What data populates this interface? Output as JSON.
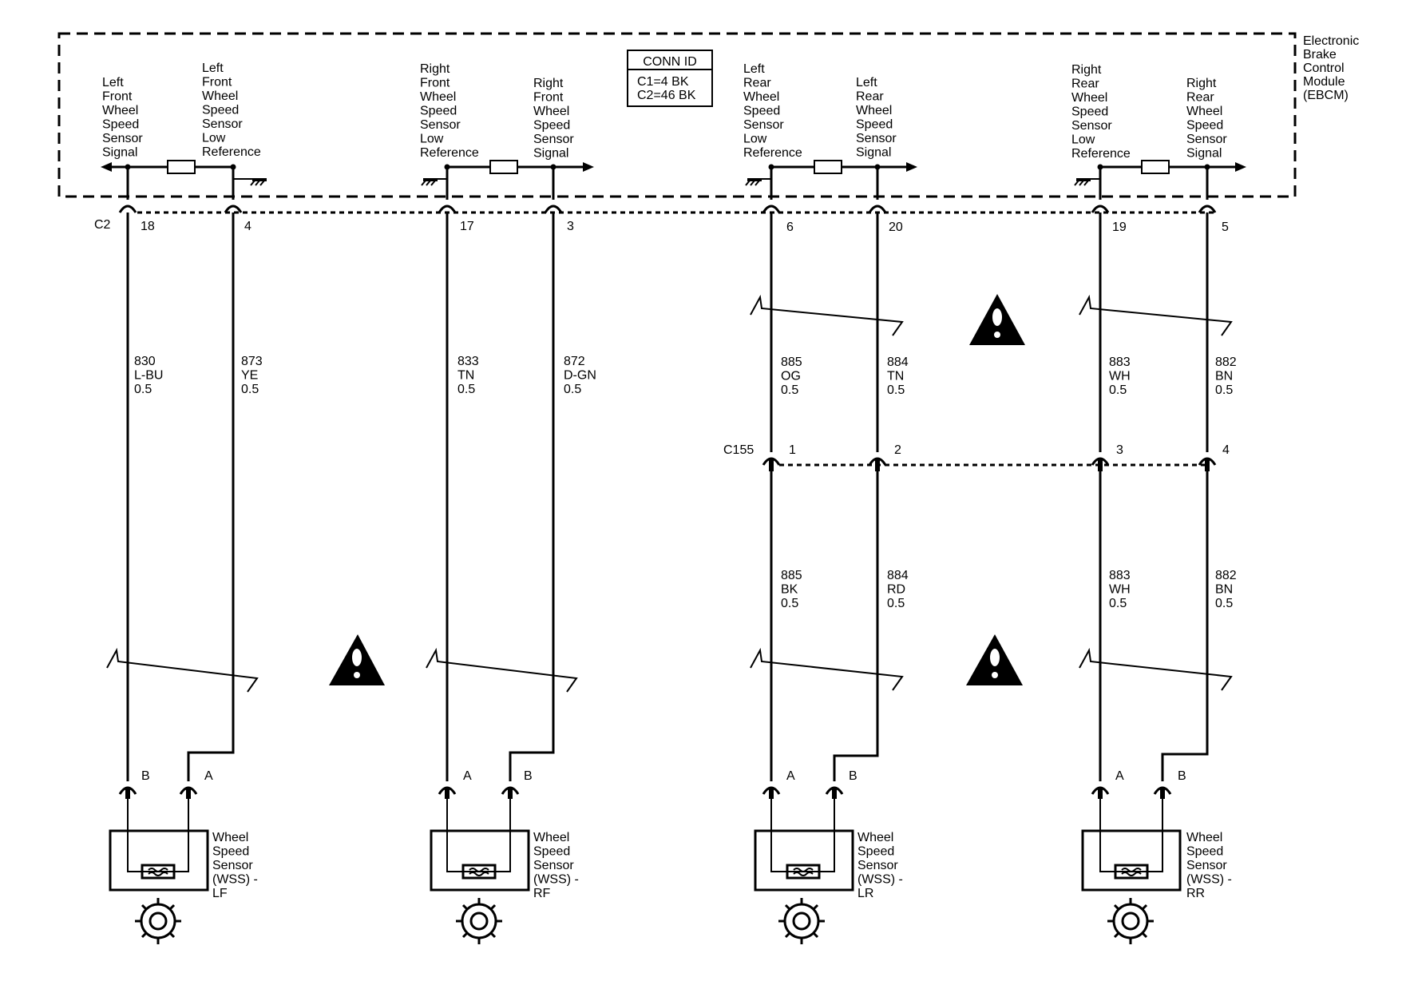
{
  "module": {
    "label_lines": [
      "Electronic",
      "Brake",
      "Control",
      "Module",
      "(EBCM)"
    ]
  },
  "conn_id": {
    "title": "CONN ID",
    "lines": [
      "C1=4 BK",
      "C2=46 BK"
    ]
  },
  "connectors": {
    "c2": "C2",
    "c155": "C155"
  },
  "channels": [
    {
      "id": "lf",
      "signal": {
        "label_lines": [
          "Left",
          "Front",
          "Wheel",
          "Speed",
          "Sensor",
          "Signal"
        ],
        "pin": "18",
        "circuit": "830",
        "color": "L-BU",
        "gauge": "0.5",
        "sensor_pin": "B"
      },
      "low_ref": {
        "label_lines": [
          "Left",
          "Front",
          "Wheel",
          "Speed",
          "Sensor",
          "Low",
          "Reference"
        ],
        "pin": "4",
        "circuit": "873",
        "color": "YE",
        "gauge": "0.5",
        "sensor_pin": "A"
      },
      "sensor_lines": [
        "Wheel",
        "Speed",
        "Sensor",
        "(WSS) -",
        "LF"
      ]
    },
    {
      "id": "rf",
      "low_ref": {
        "label_lines": [
          "Right",
          "Front",
          "Wheel",
          "Speed",
          "Sensor",
          "Low",
          "Reference"
        ],
        "pin": "17",
        "circuit": "833",
        "color": "TN",
        "gauge": "0.5",
        "sensor_pin": "A"
      },
      "signal": {
        "label_lines": [
          "Right",
          "Front",
          "Wheel",
          "Speed",
          "Sensor",
          "Signal"
        ],
        "pin": "3",
        "circuit": "872",
        "color": "D-GN",
        "gauge": "0.5",
        "sensor_pin": "B"
      },
      "sensor_lines": [
        "Wheel",
        "Speed",
        "Sensor",
        "(WSS) -",
        "RF"
      ]
    },
    {
      "id": "lr",
      "low_ref": {
        "label_lines": [
          "Left",
          "Rear",
          "Wheel",
          "Speed",
          "Sensor",
          "Low",
          "Reference"
        ],
        "pin": "6",
        "circuit": "885",
        "color": "OG",
        "gauge": "0.5",
        "c155_pin": "1",
        "lower_circuit": "885",
        "lower_color": "BK",
        "lower_gauge": "0.5",
        "sensor_pin": "A"
      },
      "signal": {
        "label_lines": [
          "Left",
          "Rear",
          "Wheel",
          "Speed",
          "Sensor",
          "Signal"
        ],
        "pin": "20",
        "circuit": "884",
        "color": "TN",
        "gauge": "0.5",
        "c155_pin": "2",
        "lower_circuit": "884",
        "lower_color": "RD",
        "lower_gauge": "0.5",
        "sensor_pin": "B"
      },
      "sensor_lines": [
        "Wheel",
        "Speed",
        "Sensor",
        "(WSS) -",
        "LR"
      ]
    },
    {
      "id": "rr",
      "low_ref": {
        "label_lines": [
          "Right",
          "Rear",
          "Wheel",
          "Speed",
          "Sensor",
          "Low",
          "Reference"
        ],
        "pin": "19",
        "circuit": "883",
        "color": "WH",
        "gauge": "0.5",
        "c155_pin": "3",
        "lower_circuit": "883",
        "lower_color": "WH",
        "lower_gauge": "0.5",
        "sensor_pin": "A"
      },
      "signal": {
        "label_lines": [
          "Right",
          "Rear",
          "Wheel",
          "Speed",
          "Sensor",
          "Signal"
        ],
        "pin": "5",
        "circuit": "882",
        "color": "BN",
        "gauge": "0.5",
        "c155_pin": "4",
        "lower_circuit": "882",
        "lower_color": "BN",
        "lower_gauge": "0.5",
        "sensor_pin": "B"
      },
      "sensor_lines": [
        "Wheel",
        "Speed",
        "Sensor",
        "(WSS) -",
        "RR"
      ]
    }
  ]
}
